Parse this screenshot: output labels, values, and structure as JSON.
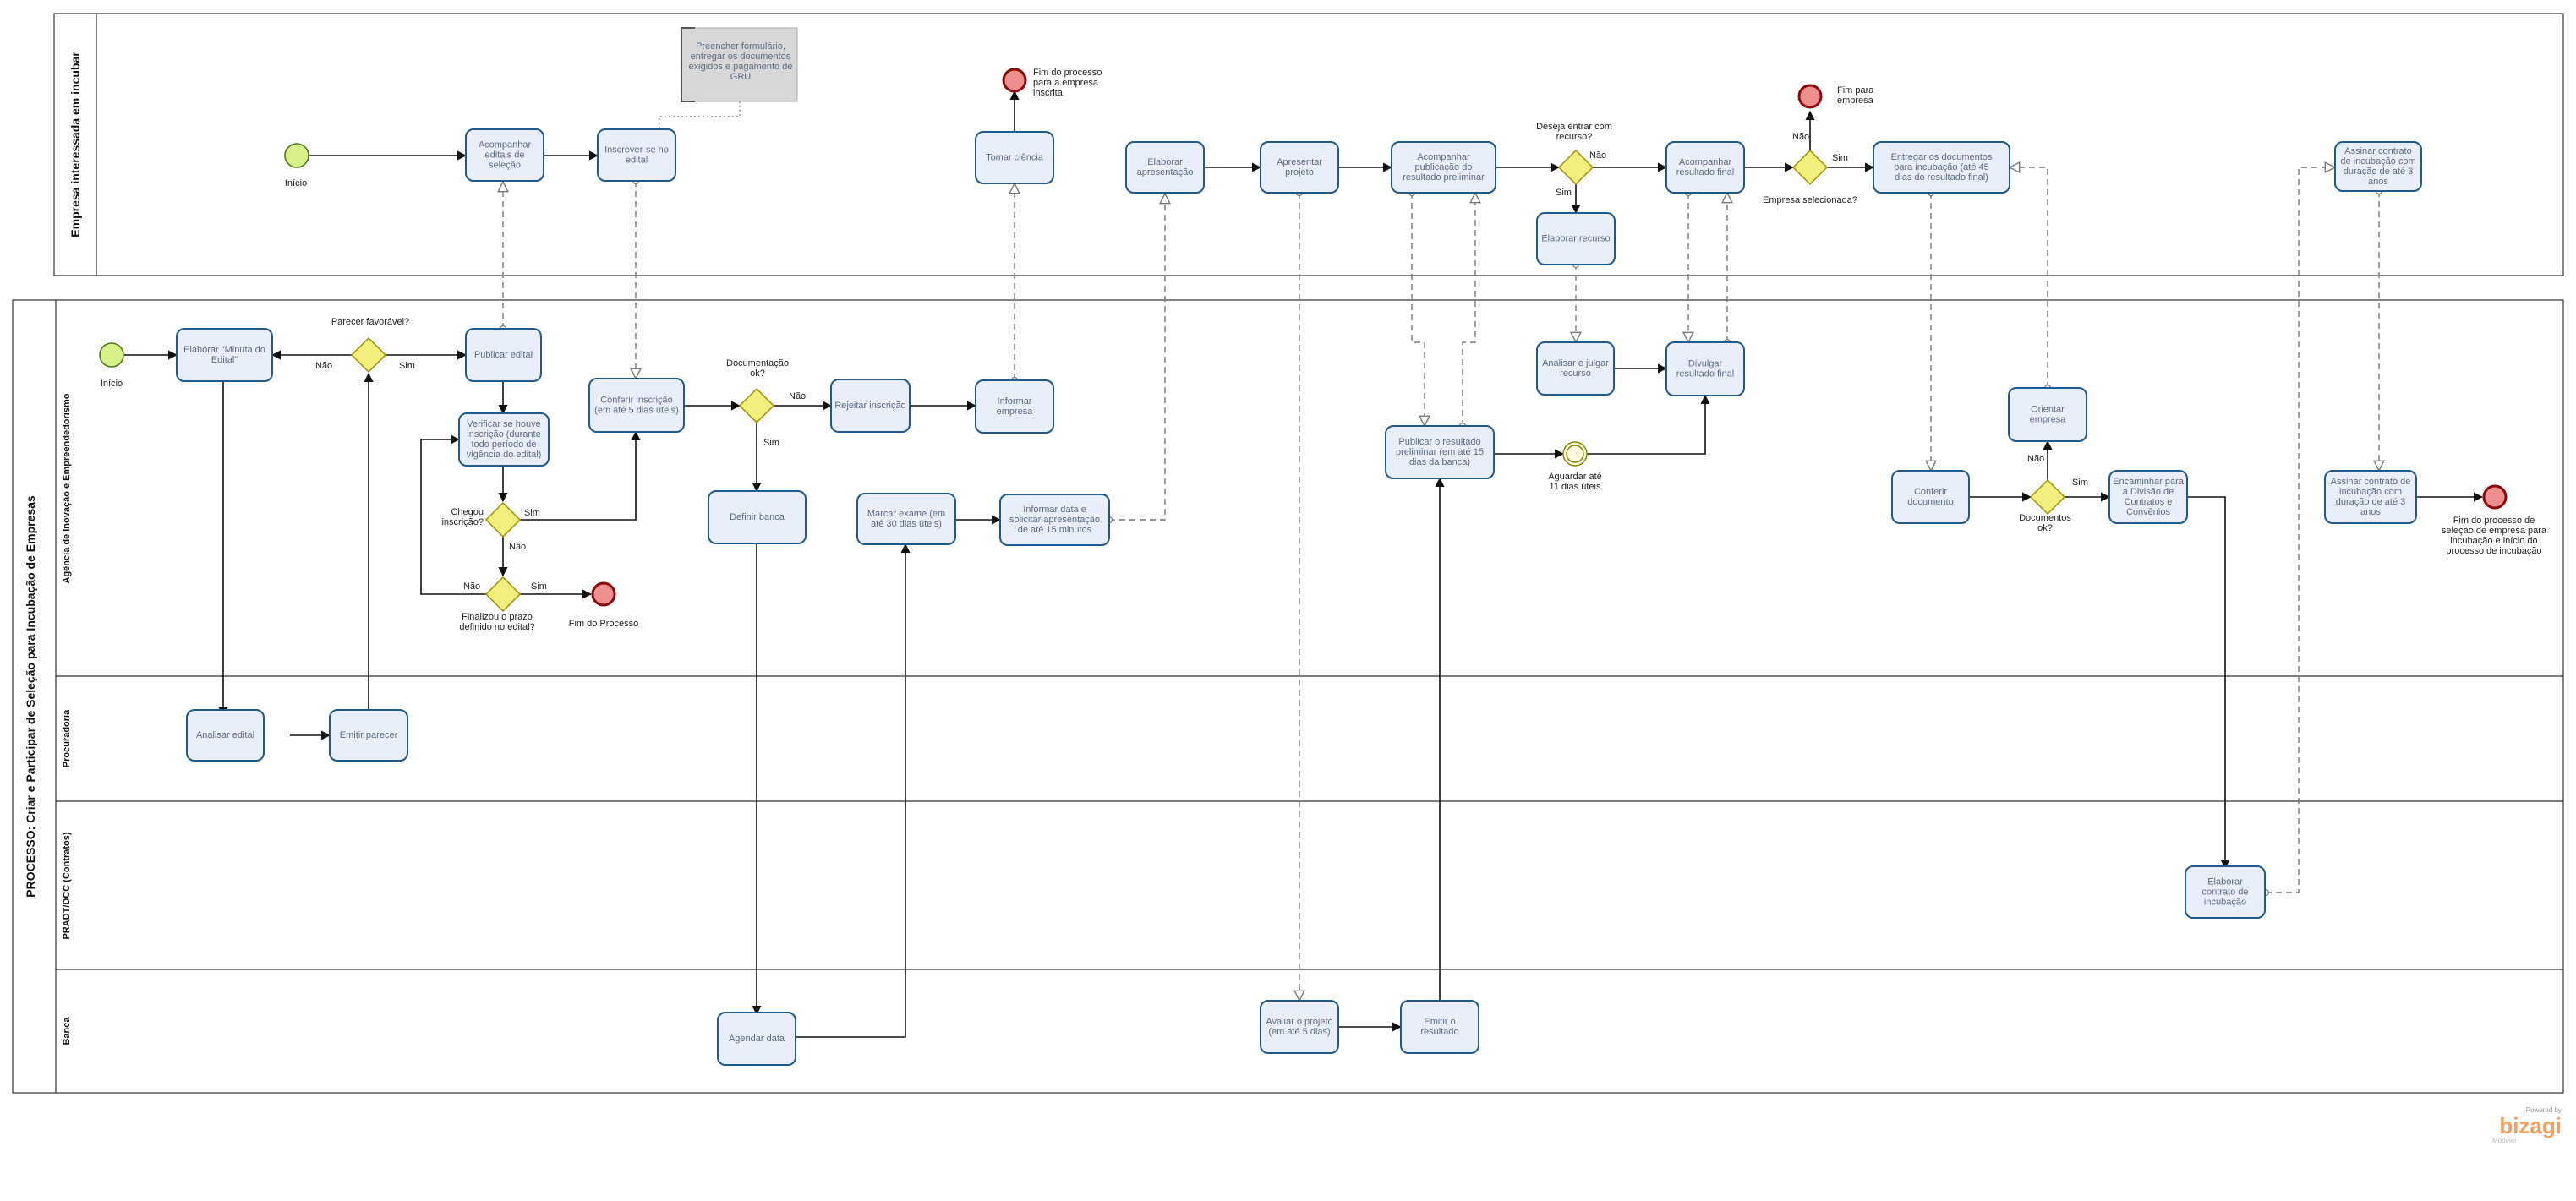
{
  "pools": {
    "top": {
      "label": "Empresa interessada em incubar"
    },
    "main": {
      "label": "PROCESSO: Criar e Participar de Seleção para Incubação  de Empresas"
    }
  },
  "lanes": {
    "aie": "Agência de Inovação e Empreendedorismo",
    "proc": "Procuradoria",
    "prad": "PRADT/DCC (Contratos)",
    "banca": "Banca"
  },
  "tasks": {
    "t1": [
      "Acompanhar",
      "editais de",
      "seleção"
    ],
    "t2": [
      "Inscrever-se no",
      "edital"
    ],
    "t3": [
      "Tomar ciência"
    ],
    "t4": [
      "Elaborar",
      "apresentação"
    ],
    "t5": [
      "Apresentar",
      "projeto"
    ],
    "t6": [
      "Acompanhar",
      "publicação do",
      "resultado preliminar"
    ],
    "t7": [
      "Acompanhar",
      "resultado final"
    ],
    "t8": [
      "Entregar os documentos",
      "para incubação (até 45",
      "dias do resultado final)"
    ],
    "t9": [
      "Assinar contrato",
      "de incubação com",
      "duração de até 3",
      "anos"
    ],
    "t10": [
      "Elaborar recurso"
    ],
    "a1": [
      "Elaborar \"Minuta do",
      "Edital\""
    ],
    "a2": [
      "Publicar edital"
    ],
    "a3": [
      "Verificar se houve",
      "inscrição (durante",
      "todo período de",
      "vigência do edital)"
    ],
    "a4": [
      "Conferir inscrição",
      "(em até 5 dias úteis)"
    ],
    "a5": [
      "Rejeitar inscrição"
    ],
    "a6": [
      "Informar",
      "empresa"
    ],
    "a7": [
      "Definir banca"
    ],
    "a8": [
      "Marcar exame (em",
      "até 30 dias úteis)"
    ],
    "a9": [
      "Informar data e",
      "solicitar apresentação",
      "de até 15 minutos"
    ],
    "a10": [
      "Publicar o resultado",
      "preliminar (em até 15",
      "dias da banca)"
    ],
    "a11": [
      "Analisar e julgar",
      "recurso"
    ],
    "a12": [
      "Divulgar",
      "resultado final"
    ],
    "a13": [
      "Conferir",
      "documento"
    ],
    "a14": [
      "Orientar",
      "empresa"
    ],
    "a15": [
      "Encaminhar para",
      "a Divisão de",
      "Contratos e",
      "Convênios"
    ],
    "a16": [
      "Assinar contrato de",
      "incubação com",
      "duração de até 3",
      "anos"
    ],
    "p1": [
      "Analisar edital"
    ],
    "p2": [
      "Emitir parecer"
    ],
    "c1": [
      "Elaborar",
      "contrato de",
      "incubação"
    ],
    "b1": [
      "Agendar data"
    ],
    "b2": [
      "Avaliar o projeto",
      "(em até 5 dias)"
    ],
    "b3": [
      "Emitir o",
      "resultado"
    ]
  },
  "artifact": [
    "Preencher formulário,",
    "entregar os documentos",
    "exigidos e pagamento de",
    "GRU"
  ],
  "events": {
    "start_top": [
      "Início"
    ],
    "end_top1": [
      "Fim do processo",
      "para a empresa",
      "inscrita"
    ],
    "end_top2": [
      "Fim para",
      "empresa"
    ],
    "start_main": [
      "Início"
    ],
    "end_main1": [
      "Fim do Processo"
    ],
    "wait": [
      "Aguardar até",
      "11 dias úteis"
    ],
    "end_main2": [
      "Fim do processo de",
      "seleção de empresa para",
      "incubação e início do",
      "processo de incubação"
    ]
  },
  "gateways": {
    "gt1": [
      "Deseja entrar com",
      "recurso?"
    ],
    "gt2": [
      "Empresa selecionada?"
    ],
    "g1": [
      "Parecer favorável?"
    ],
    "g2": [
      "Chegou",
      "inscrição?"
    ],
    "g3": [
      "Finalizou o prazo",
      "definido no edital?"
    ],
    "g4": [
      "Documentação",
      "ok?"
    ],
    "g5": [
      "Documentos",
      "ok?"
    ]
  },
  "flow_labels": {
    "sim": "Sim",
    "nao": "Não"
  },
  "branding": {
    "powered": "Powered by",
    "brand": "bizagi",
    "product": "Modeler"
  },
  "colors": {
    "task_fill": "#e9effa",
    "task_stroke": "#1e5a8c",
    "gateway_fill": "#f3ef7c",
    "start_fill": "#d8f28a",
    "end_fill": "#ee8f8f",
    "brand": "#f0a060"
  }
}
